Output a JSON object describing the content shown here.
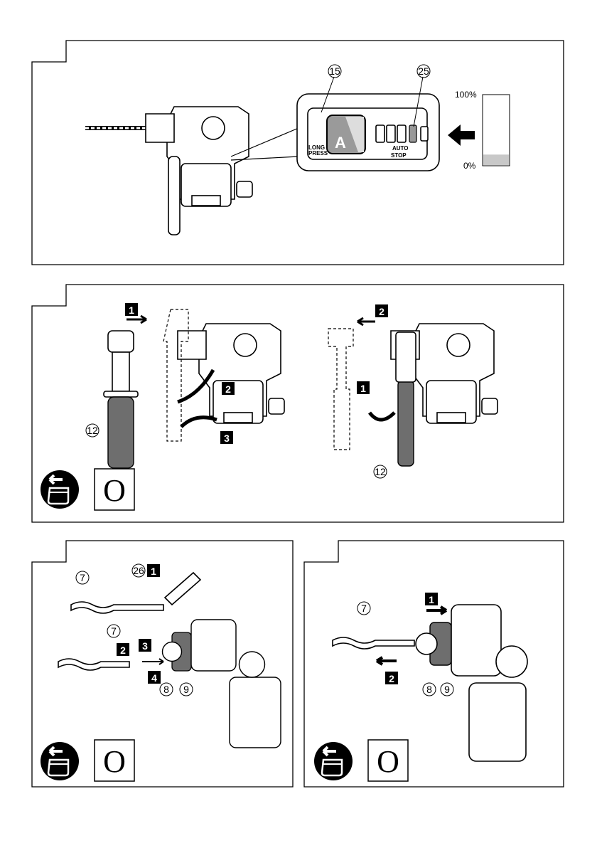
{
  "panel1": {
    "callouts": [
      "15",
      "25"
    ],
    "display": {
      "long": "LONG",
      "press": "PRESS",
      "mode_letter": "A",
      "auto": "AUTO",
      "stop": "STOP"
    },
    "gauge": {
      "top_label": "100%",
      "bottom_label": "0%",
      "level_percent": 15,
      "fill_color": "#c8c8c8"
    }
  },
  "panel2": {
    "left_steps": [
      "1",
      "2",
      "3"
    ],
    "right_steps": [
      "2",
      "1"
    ],
    "callouts": [
      "12",
      "12"
    ],
    "symbol_letter": "O",
    "icon": "battery-remove-icon"
  },
  "panel3": {
    "callouts": [
      "7",
      "26",
      "7",
      "8",
      "9"
    ],
    "steps": [
      "1",
      "2",
      "3",
      "4"
    ],
    "symbol_letter": "O",
    "icon": "battery-remove-icon"
  },
  "panel4": {
    "callouts": [
      "7",
      "8",
      "9"
    ],
    "steps": [
      "1",
      "2"
    ],
    "symbol_letter": "O",
    "icon": "battery-remove-icon"
  }
}
